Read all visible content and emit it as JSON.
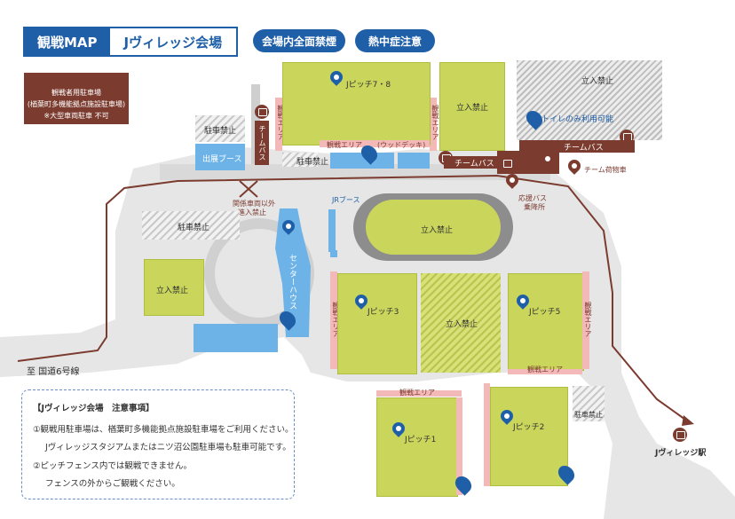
{
  "header": {
    "title_left": "観戦MAP",
    "title_right": "Jヴィレッジ会場",
    "pill_smoking": "会場内全面禁煙",
    "pill_heat": "熱中症注意"
  },
  "parking_box": {
    "line1": "観戦者用駐車場",
    "line2": "(楢葉町多機能拠点施設駐車場)",
    "line3": "※大型車両駐車 不可"
  },
  "labels": {
    "parking": "駐車禁止",
    "booth": "出展ブース",
    "team_bus_v": "チームバス",
    "watch_area": "観戦エリア",
    "jpitch78": "Jピッチ7・8",
    "wood_deck": "(ウッドデッキ)",
    "no_entry": "立入禁止",
    "toilet_only": "トイレのみ利用可能",
    "team_bus": "チームバス",
    "team_cargo": "チーム荷物車",
    "support_bus": "応援バス",
    "support_stop": "乗降所",
    "no_vehicle1": "関係車両以外",
    "no_vehicle2": "進入禁止",
    "jr_booth": "JRブース",
    "center_house": "センターハウス",
    "jpitch3": "Jピッチ3",
    "jpitch5": "Jピッチ5",
    "jpitch1": "Jピッチ1",
    "jpitch2": "Jピッチ2",
    "route6": "至 国道6号線",
    "station": "Jヴィレッジ駅"
  },
  "notes": {
    "heading": "【Jヴィレッジ会場　注意事項】",
    "item1": "①観戦用駐車場は、楢葉町多機能拠点施設駐車場をご利用ください。",
    "item1b": "Jヴィレッジスタジアムまたはニツ沼公園駐車場も駐車可能です。",
    "item2": "②ピッチフェンス内では観戦できません。",
    "item2b": "フェンスの外からご観戦ください。"
  },
  "colors": {
    "accent_blue": "#1f5fa8",
    "brown": "#7b3b2f",
    "field_green": "#c9d65b",
    "watch_pink": "#f3b9b9",
    "building_blue": "#6db3e8"
  }
}
